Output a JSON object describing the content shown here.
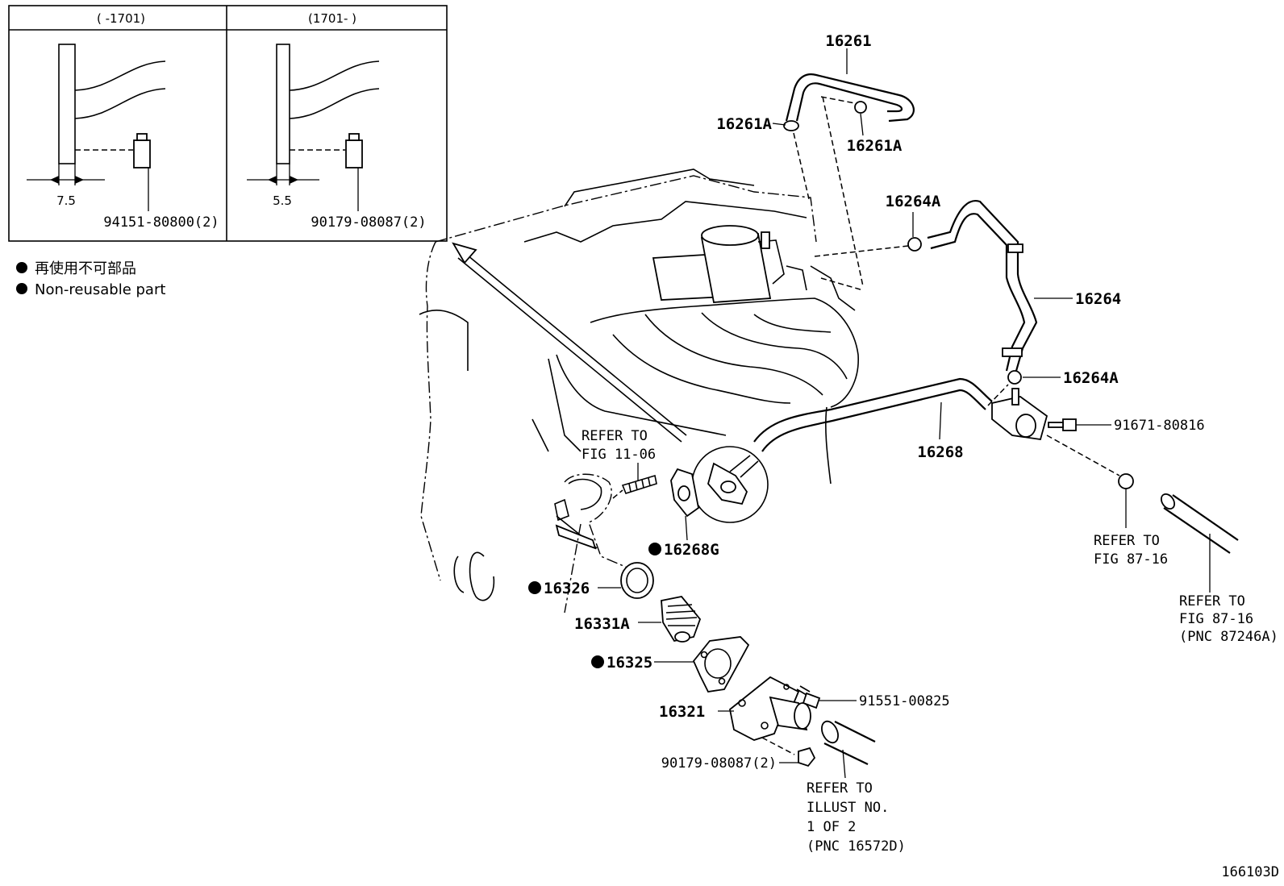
{
  "inset": {
    "left_header": "(     -1701)",
    "right_header": "(1701-     )",
    "left_dim": "7.5",
    "right_dim": "5.5",
    "left_part": "94151-80800(2)",
    "right_part": "90179-08087(2)"
  },
  "legend": {
    "jp": "再使用不可部品",
    "en": "Non-reusable part"
  },
  "labels": {
    "p16261": "16261",
    "p16261A_1": "16261A",
    "p16261A_2": "16261A",
    "p16264A_1": "16264A",
    "p16264": "16264",
    "p16264A_2": "16264A",
    "p16268": "16268",
    "p91671": "91671-80816",
    "p16268G": "16268G",
    "p16326": "16326",
    "p16331A": "16331A",
    "p16325": "16325",
    "p16321": "16321",
    "p91551": "91551-00825",
    "p90179": "90179-08087(2)"
  },
  "refs": {
    "fig1106": [
      "REFER TO",
      "FIG 11-06"
    ],
    "fig8716a": [
      "REFER TO",
      "FIG 87-16"
    ],
    "fig8716b": [
      "REFER TO",
      "FIG 87-16",
      "(PNC 87246A)"
    ],
    "illust": [
      "REFER TO",
      "ILLUST NO.",
      "1 OF 2",
      "(PNC 16572D)"
    ]
  },
  "diagram_id": "166103D"
}
